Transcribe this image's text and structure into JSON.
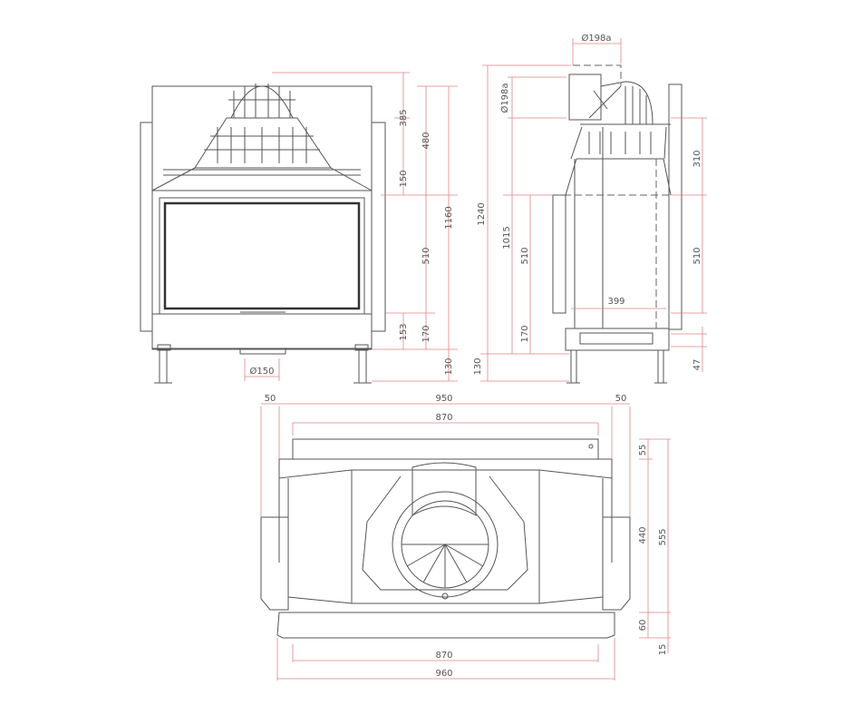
{
  "front_view": {
    "dim_385": "385",
    "dim_480": "480",
    "dim_150": "150",
    "dim_510": "510",
    "dim_1160": "1160",
    "dim_153": "153",
    "dim_170": "170",
    "dim_130": "130",
    "flue_diameter": "Ø150"
  },
  "side_view": {
    "flue_top": "Ø198a",
    "flue_back": "Ø198a",
    "dim_1240": "1240",
    "dim_1015": "1015",
    "dim_510_left": "510",
    "dim_170": "170",
    "dim_130": "130",
    "dim_399": "399",
    "dim_310": "310",
    "dim_510_right": "510",
    "dim_47": "47"
  },
  "top_view": {
    "dim_50_left": "50",
    "dim_950": "950",
    "dim_50_right": "50",
    "dim_870_top": "870",
    "dim_55": "55",
    "dim_440": "440",
    "dim_555": "555",
    "dim_60": "60",
    "dim_15": "15",
    "dim_870_bottom": "870",
    "dim_960": "960"
  }
}
